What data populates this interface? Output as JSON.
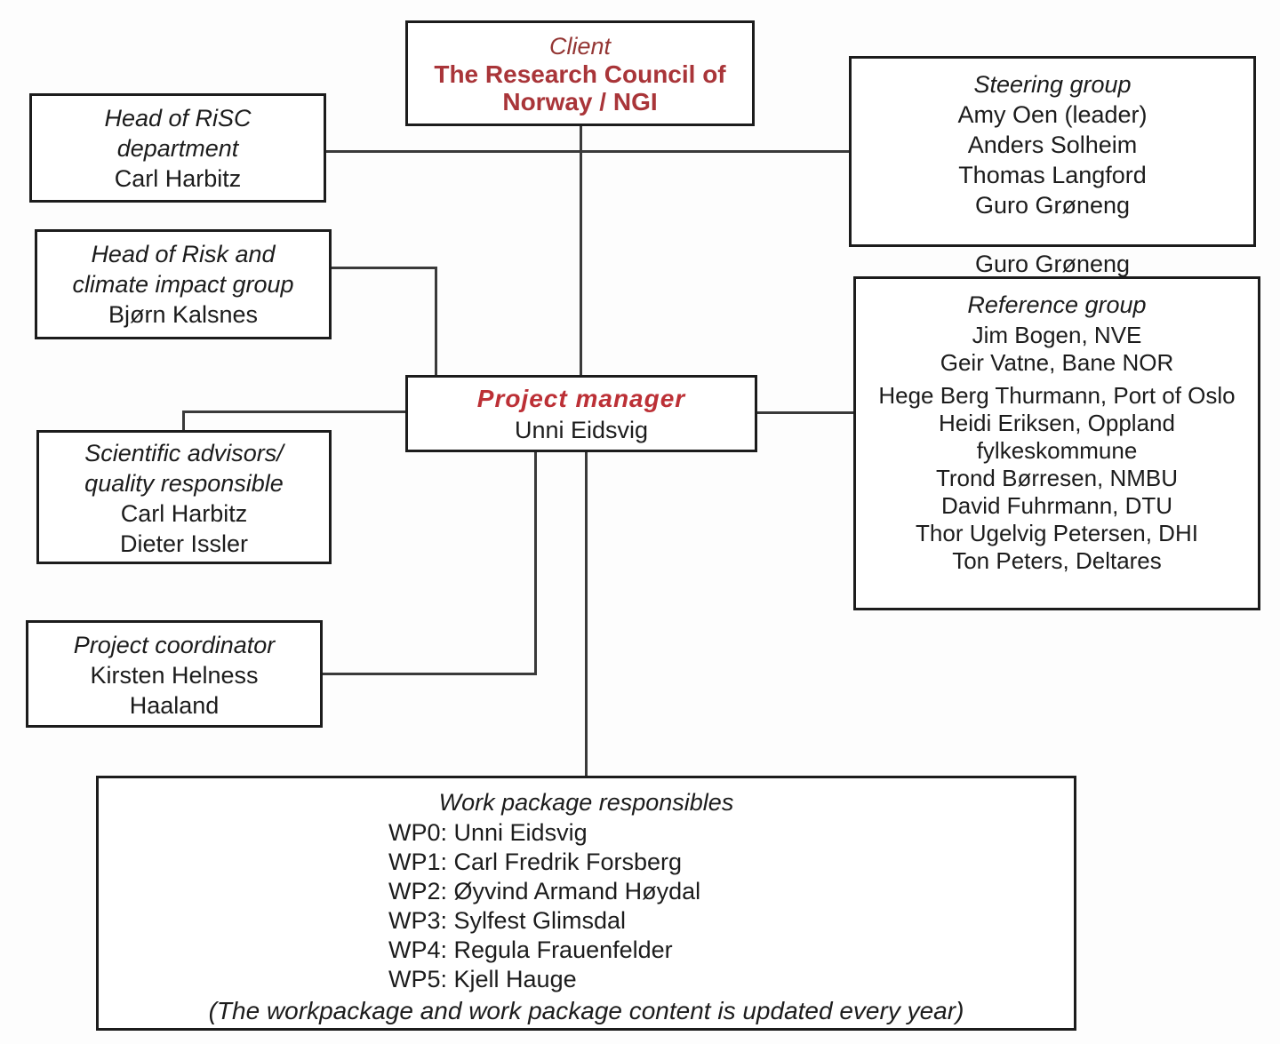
{
  "colors": {
    "client_title_red": "#943634",
    "client_name_red": "#a93539",
    "pm_title_red": "#bc3036",
    "box_border": "#1c1c1c",
    "connector": "#3a3a3a"
  },
  "client": {
    "title": "Client",
    "name_line1": "The Research Council of",
    "name_line2": "Norway / NGI"
  },
  "head_risc": {
    "title_line1": "Head of RiSC",
    "title_line2": "department",
    "name": "Carl Harbitz"
  },
  "head_risk_climate": {
    "title_line1": "Head of Risk and",
    "title_line2": "climate impact group",
    "name": "Bjørn Kalsnes"
  },
  "steering": {
    "title": "Steering group",
    "members": [
      "Amy Oen (leader)",
      "Anders Solheim",
      "Thomas Langford",
      "Guro Grøneng"
    ]
  },
  "floating_name": "Guro Grøneng",
  "reference": {
    "title": "Reference group",
    "members": [
      "Jim Bogen, NVE",
      "Geir Vatne, Bane NOR",
      "Hege Berg Thurmann, Port of Oslo",
      "Heidi Eriksen, Oppland fylkeskommune",
      "Trond Børresen, NMBU",
      "David Fuhrmann, DTU",
      "Thor Ugelvig Petersen, DHI",
      "Ton Peters, Deltares"
    ]
  },
  "project_manager": {
    "title": "Project manager",
    "name": "Unni Eidsvig"
  },
  "scientific_advisors": {
    "title_line1": "Scientific advisors/",
    "title_line2": "quality responsible",
    "members": [
      "Carl Harbitz",
      "Dieter Issler"
    ]
  },
  "coordinator": {
    "title": "Project coordinator",
    "name_line1": "Kirsten Helness",
    "name_line2": "Haaland"
  },
  "work_packages": {
    "title": "Work package responsibles",
    "items": [
      "WP0: Unni Eidsvig",
      "WP1: Carl Fredrik Forsberg",
      "WP2: Øyvind Armand Høydal",
      "WP3: Sylfest Glimsdal",
      "WP4: Regula Frauenfelder",
      "WP5: Kjell Hauge"
    ],
    "footnote": "(The workpackage and work package content is updated every year)"
  }
}
